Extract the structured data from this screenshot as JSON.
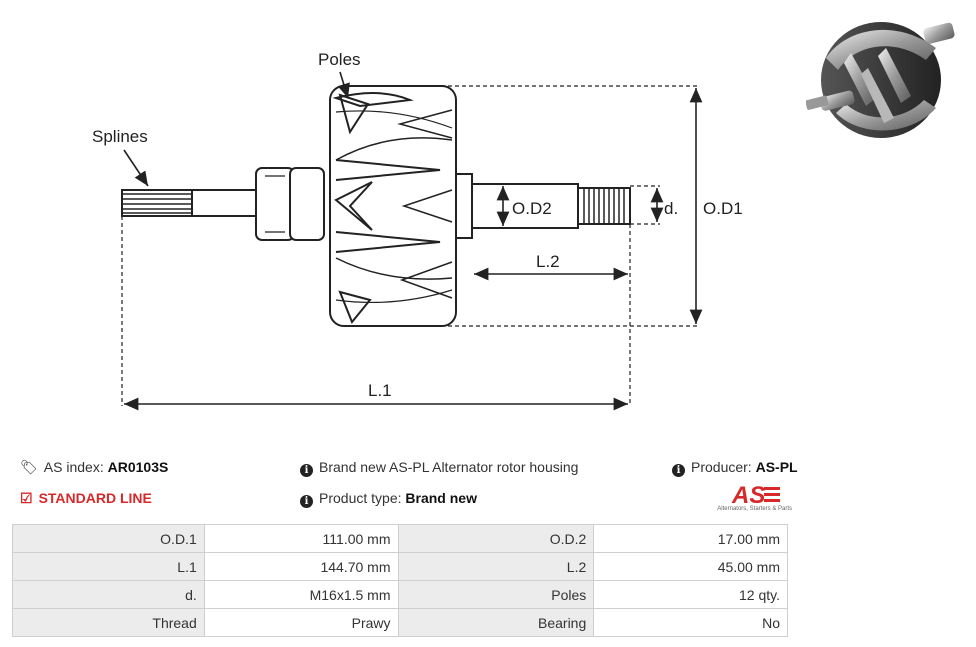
{
  "diagram": {
    "poles_label": "Poles",
    "splines_label": "Splines",
    "od2_label": "O.D2",
    "d_label": "d.",
    "od1_label": "O.D1",
    "l2_label": "L.2",
    "l1_label": "L.1"
  },
  "info": {
    "as_index_label": "AS index:",
    "as_index_value": "AR0103S",
    "standard_line": "STANDARD LINE",
    "description": "Brand new AS-PL Alternator rotor housing",
    "product_type_label": "Product type:",
    "product_type_value": "Brand new",
    "producer_label": "Producer:",
    "producer_value": "AS-PL",
    "logo_text": "AS",
    "logo_tagline": "Alternators, Starters & Parts"
  },
  "specs": [
    {
      "label1": "O.D.1",
      "value1": "111.00 mm",
      "label2": "O.D.2",
      "value2": "17.00 mm"
    },
    {
      "label1": "L.1",
      "value1": "144.70 mm",
      "label2": "L.2",
      "value2": "45.00 mm"
    },
    {
      "label1": "d.",
      "value1": "M16x1.5 mm",
      "label2": "Poles",
      "value2": "12 qty."
    },
    {
      "label1": "Thread",
      "value1": "Prawy",
      "label2": "Bearing",
      "value2": "No"
    }
  ],
  "colors": {
    "accent_red": "#d7282a",
    "label_bg": "#ececec",
    "border": "#cfcfcf"
  },
  "icons": [
    "tags-icon",
    "check-square-icon",
    "info-circle-icon"
  ]
}
